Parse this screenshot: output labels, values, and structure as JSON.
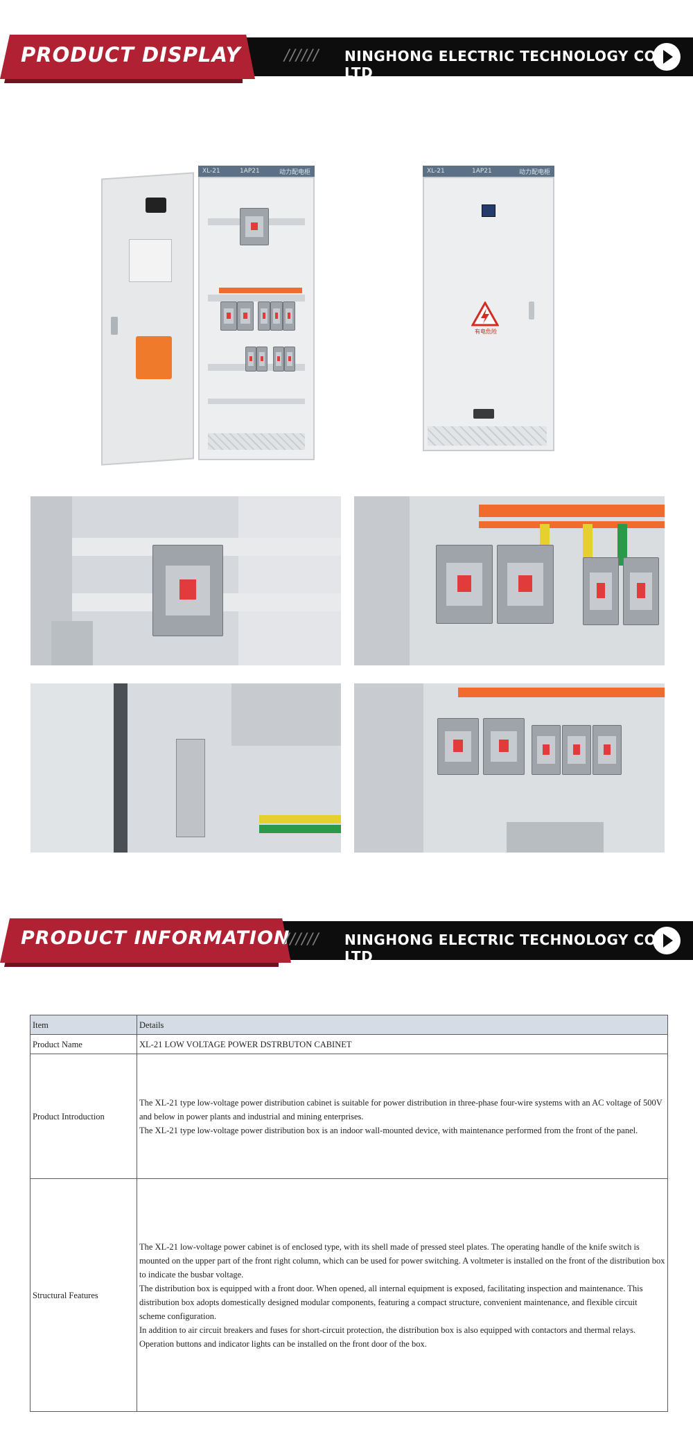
{
  "banners": {
    "display": {
      "title": "PRODUCT DISPLAY",
      "slashes": "//////",
      "company": "NINGHONG ELECTRIC TECHNOLOGY CO., LTD"
    },
    "information": {
      "title": "PRODUCT INFORMATION",
      "slashes": "//////",
      "company": "NINGHONG ELECTRIC TECHNOLOGY CO., LTD"
    }
  },
  "colors": {
    "banner_red": "#b02233",
    "banner_black": "#0d0d0d",
    "table_header_bg": "#d6dce5"
  },
  "cabinet_labels": {
    "model": "XL-21",
    "code": "1AP21",
    "name": "动力配电柜"
  },
  "warning_label": "有电危险",
  "table": {
    "headers": [
      "Item",
      "Details"
    ],
    "rows": [
      {
        "item": "Product Name",
        "details": [
          "XL-21 LOW VOLTAGE POWER DSTRBUTON CABINET"
        ]
      },
      {
        "item": "Product Introduction",
        "details": [
          "The XL-21 type low-voltage power distribution cabinet is suitable for power distribution in three-phase four-wire systems with an AC voltage of 500V and below in power plants and industrial and mining enterprises.",
          "The XL-21 type low-voltage power distribution box is an indoor wall-mounted device, with maintenance performed from the front of the panel."
        ]
      },
      {
        "item": "Structural Features",
        "details": [
          "The XL-21 low-voltage power cabinet is of enclosed type, with its shell made of pressed steel plates. The operating handle of the knife switch is mounted on the upper part of the front right column, which can be used for power switching. A voltmeter is installed on the front of the distribution box to indicate the busbar voltage.",
          "The distribution box is equipped with a front door. When opened, all internal equipment is exposed, facilitating inspection and maintenance. This distribution box adopts domestically designed modular components, featuring a compact structure, convenient maintenance, and flexible circuit scheme configuration.",
          "In addition to air circuit breakers and fuses for short-circuit protection, the distribution box is also equipped with contactors and thermal relays. Operation buttons and indicator lights can be installed on the front door of the box."
        ]
      }
    ]
  }
}
